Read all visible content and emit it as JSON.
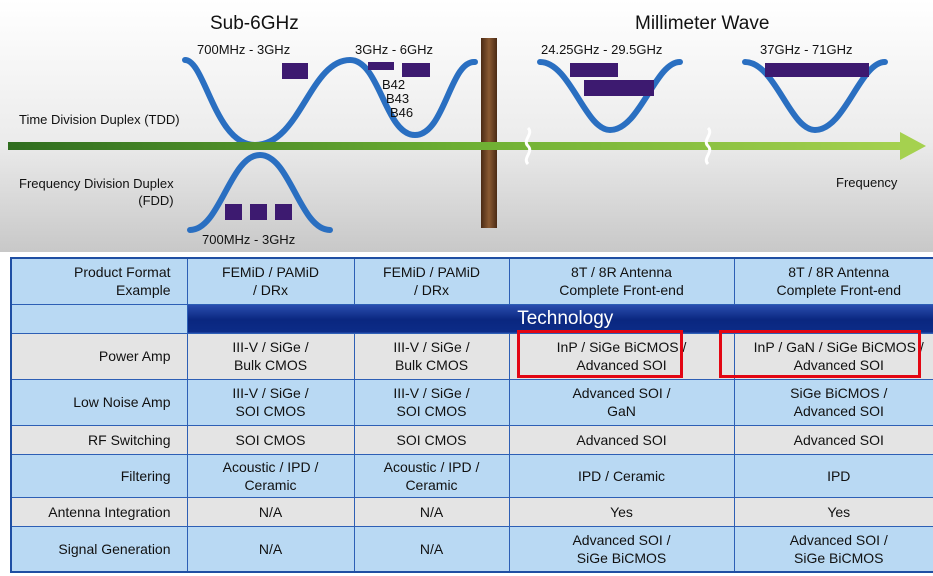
{
  "diagram": {
    "sub6_title": "Sub-6GHz",
    "mmwave_title": "Millimeter Wave",
    "tdd_label": "Time Division Duplex (TDD)",
    "fdd_label": "Frequency Division Duplex\n(FDD)",
    "frequency_label": "Frequency",
    "band_tdd_low": "700MHz - 3GHz",
    "band_tdd_mid": "3GHz - 6GHz",
    "band_mm_low": "24.25GHz - 29.5GHz",
    "band_mm_high": "37GHz - 71GHz",
    "band_fdd_low": "700MHz - 3GHz",
    "bands": [
      "B42",
      "B43",
      "B46"
    ],
    "colors": {
      "wave": "#2a6fc1",
      "block": "#3d1a70",
      "arrow": "#8cc63f",
      "divider": "#6e3f1f"
    }
  },
  "table": {
    "header": {
      "label": "Product Format\nExample",
      "cols": [
        "FEMiD / PAMiD\n/ DRx",
        "FEMiD / PAMiD\n/ DRx",
        "8T / 8R Antenna\nComplete Front-end",
        "8T / 8R Antenna\nComplete Front-end"
      ]
    },
    "technology_label": "Technology",
    "rows": [
      {
        "label": "Power Amp",
        "cells": [
          "III-V / SiGe /\nBulk CMOS",
          "III-V / SiGe /\nBulk CMOS",
          "InP / SiGe BiCMOS /\nAdvanced SOI",
          "InP / GaN / SiGe BiCMOS /\nAdvanced SOI"
        ]
      },
      {
        "label": "Low Noise Amp",
        "cells": [
          "III-V / SiGe /\nSOI CMOS",
          "III-V / SiGe /\nSOI CMOS",
          "Advanced SOI /\nGaN",
          "SiGe BiCMOS /\nAdvanced SOI"
        ]
      },
      {
        "label": "RF Switching",
        "cells": [
          "SOI CMOS",
          "SOI CMOS",
          "Advanced SOI",
          "Advanced SOI"
        ]
      },
      {
        "label": "Filtering",
        "cells": [
          "Acoustic / IPD /\nCeramic",
          "Acoustic / IPD /\nCeramic",
          "IPD / Ceramic",
          "IPD"
        ]
      },
      {
        "label": "Antenna Integration",
        "cells": [
          "N/A",
          "N/A",
          "Yes",
          "Yes"
        ]
      },
      {
        "label": "Signal Generation",
        "cells": [
          "N/A",
          "N/A",
          "Advanced SOI /\nSiGe BiCMOS",
          "Advanced SOI /\nSiGe BiCMOS"
        ]
      }
    ],
    "highlight_color": "#e30613"
  }
}
